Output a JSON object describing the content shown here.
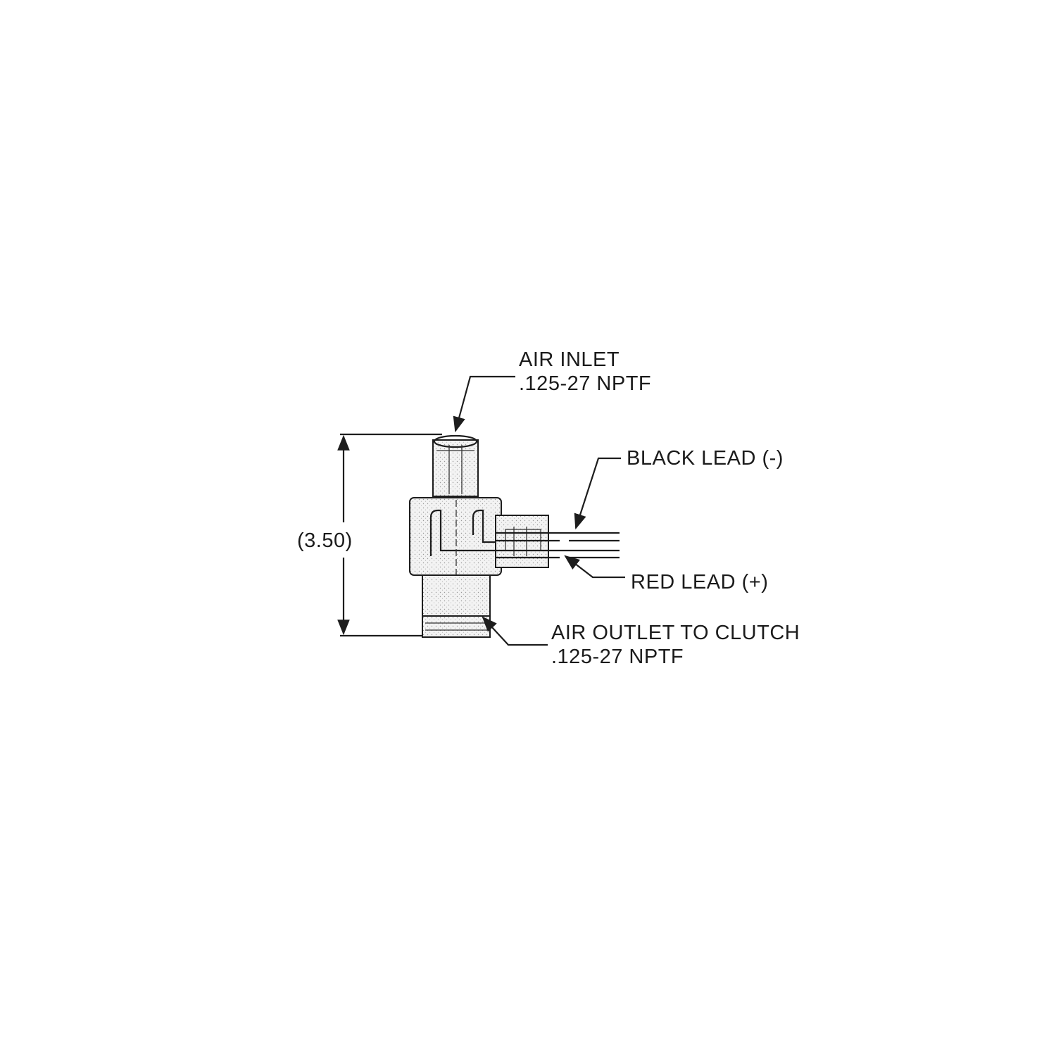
{
  "callouts": {
    "air_inlet": {
      "line1": "AIR INLET",
      "line2": ".125-27 NPTF"
    },
    "black_lead": "BLACK LEAD (-)",
    "red_lead": "RED LEAD (+)",
    "air_outlet": {
      "line1": "AIR OUTLET TO CLUTCH",
      "line2": ".125-27 NPTF"
    }
  },
  "dimension": {
    "height": "(3.50)"
  }
}
